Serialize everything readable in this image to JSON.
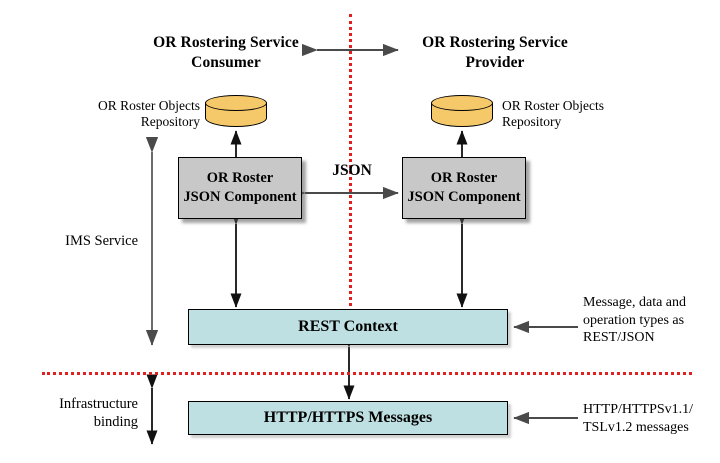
{
  "diagram": {
    "title_left": "OR Rostering Service Consumer",
    "title_left_line1": "OR Rostering Service",
    "title_left_line2": "Consumer",
    "title_right_line1": "OR Rostering Service",
    "title_right_line2": "Provider",
    "repository_left_line1": "OR Roster Objects",
    "repository_left_line2": "Repository",
    "repository_right_line1": "OR Roster Objects",
    "repository_right_line2": "Repository",
    "component_left_line1": "OR Roster",
    "component_left_line2": "JSON Component",
    "component_right_line1": "OR Roster",
    "component_right_line2": "JSON Component",
    "interchange_label": "JSON",
    "rest_box_label": "REST Context",
    "http_box_label": "HTTP/HTTPS  Messages",
    "scope_label_upper": "IMS Service",
    "scope_label_lower_line1": "Infrastructure",
    "scope_label_lower_line2": "binding",
    "note_rest_line1": "Message, data and",
    "note_rest_line2": "operation types as",
    "note_rest_line3": "REST/JSON",
    "note_http_line1": "HTTP/HTTPSv1.1/",
    "note_http_line2": "TSLv1.2 messages"
  },
  "colors": {
    "component_fill": "#c8c8c8",
    "layer_fill": "#bfe0e2",
    "repository_fill": "#f5c86a",
    "boundary_line": "#e02020",
    "connector": "#555555",
    "outline": "#000000"
  }
}
